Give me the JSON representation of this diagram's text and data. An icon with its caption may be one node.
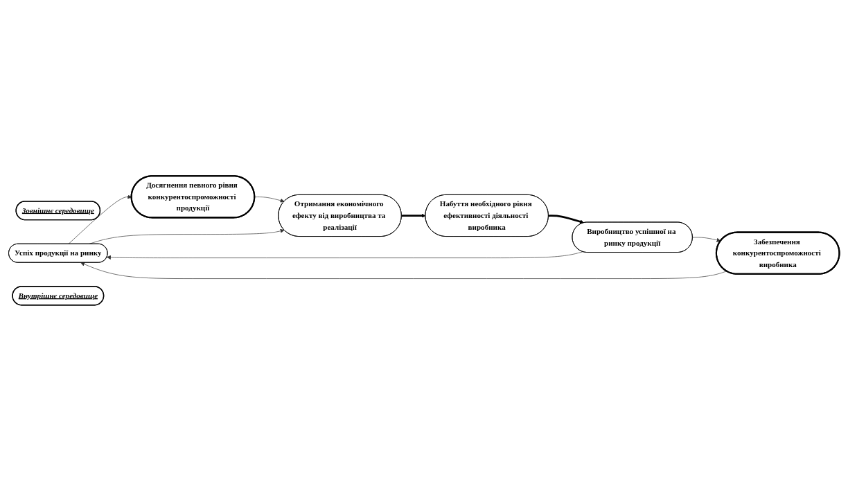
{
  "diagram": {
    "nodes": [
      {
        "text": [
          "Зовнішнє середовище"
        ]
      },
      {
        "text": [
          "Успіх продукції на ринку"
        ]
      },
      {
        "text": [
          "Забезпечення конкурентоспроможності виробника"
        ]
      },
      {
        "text": [
          "Досягнення певного рівня конкурентоспроможності продукції"
        ]
      },
      {
        "text": [
          "Внутрішнє середовище"
        ]
      },
      {
        "text": [
          "Виробництво успішної на ринку продукції"
        ]
      },
      {
        "text": [
          "Отримання економічного ефекту від виробництва та реалізації"
        ]
      },
      {
        "text": [
          "Набуття необхідного рівня ефективності діяльності виробника"
        ]
      }
    ],
    "edges": [
      {
        "from": 2,
        "to": 1,
        "arrow": "to"
      },
      {
        "from": 1,
        "to": 3,
        "arrow": "to"
      },
      {
        "from": 3,
        "to": 6,
        "arrow": "to"
      },
      {
        "from": 6,
        "to": 7,
        "arrow": "to",
        "style": "thick",
        "color": "#000000"
      },
      {
        "from": 7,
        "to": 5,
        "arrow": "to",
        "style": "thick",
        "color": "#000000"
      },
      {
        "from": 5,
        "to": 2,
        "arrow": "to"
      },
      {
        "from": 5,
        "to": 1,
        "arrow": "to"
      },
      {
        "from": 1,
        "to": 6,
        "arrow": "to"
      }
    ]
  }
}
